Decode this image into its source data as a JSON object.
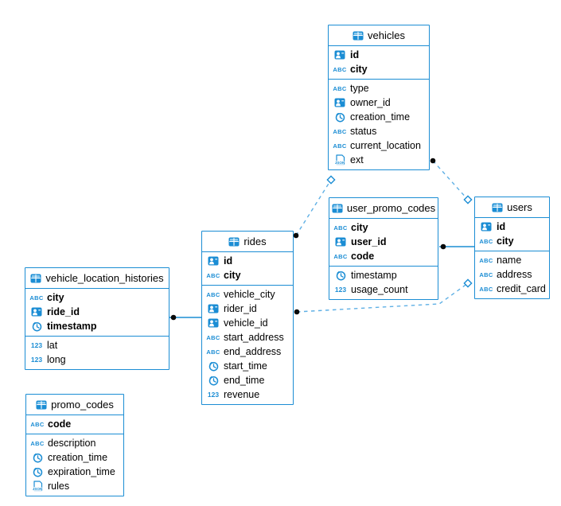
{
  "diagram": {
    "tables": [
      {
        "name": "vehicles",
        "primary_keys": [
          {
            "name": "id",
            "type": "id"
          },
          {
            "name": "city",
            "type": "text"
          }
        ],
        "columns": [
          {
            "name": "type",
            "type": "text"
          },
          {
            "name": "owner_id",
            "type": "id"
          },
          {
            "name": "creation_time",
            "type": "time"
          },
          {
            "name": "status",
            "type": "text"
          },
          {
            "name": "current_location",
            "type": "text"
          },
          {
            "name": "ext",
            "type": "json"
          }
        ]
      },
      {
        "name": "user_promo_codes",
        "primary_keys": [
          {
            "name": "city",
            "type": "text"
          },
          {
            "name": "user_id",
            "type": "id"
          },
          {
            "name": "code",
            "type": "text"
          }
        ],
        "columns": [
          {
            "name": "timestamp",
            "type": "time"
          },
          {
            "name": "usage_count",
            "type": "num"
          }
        ]
      },
      {
        "name": "users",
        "primary_keys": [
          {
            "name": "id",
            "type": "id"
          },
          {
            "name": "city",
            "type": "text"
          }
        ],
        "columns": [
          {
            "name": "name",
            "type": "text"
          },
          {
            "name": "address",
            "type": "text"
          },
          {
            "name": "credit_card",
            "type": "text"
          }
        ]
      },
      {
        "name": "rides",
        "primary_keys": [
          {
            "name": "id",
            "type": "id"
          },
          {
            "name": "city",
            "type": "text"
          }
        ],
        "columns": [
          {
            "name": "vehicle_city",
            "type": "text"
          },
          {
            "name": "rider_id",
            "type": "id"
          },
          {
            "name": "vehicle_id",
            "type": "id"
          },
          {
            "name": "start_address",
            "type": "text"
          },
          {
            "name": "end_address",
            "type": "text"
          },
          {
            "name": "start_time",
            "type": "time"
          },
          {
            "name": "end_time",
            "type": "time"
          },
          {
            "name": "revenue",
            "type": "num"
          }
        ]
      },
      {
        "name": "vehicle_location_histories",
        "primary_keys": [
          {
            "name": "city",
            "type": "text"
          },
          {
            "name": "ride_id",
            "type": "id"
          },
          {
            "name": "timestamp",
            "type": "time"
          }
        ],
        "columns": [
          {
            "name": "lat",
            "type": "num"
          },
          {
            "name": "long",
            "type": "num"
          }
        ]
      },
      {
        "name": "promo_codes",
        "primary_keys": [
          {
            "name": "code",
            "type": "text"
          }
        ],
        "columns": [
          {
            "name": "description",
            "type": "text"
          },
          {
            "name": "creation_time",
            "type": "time"
          },
          {
            "name": "expiration_time",
            "type": "time"
          },
          {
            "name": "rules",
            "type": "json"
          }
        ]
      }
    ],
    "relationships": [
      {
        "from": "rides",
        "to": "vehicles",
        "style": "dashed"
      },
      {
        "from": "vehicles",
        "to": "users",
        "style": "dashed"
      },
      {
        "from": "user_promo_codes",
        "to": "users",
        "style": "solid"
      },
      {
        "from": "rides",
        "to": "users",
        "style": "dashed"
      },
      {
        "from": "vehicle_location_histories",
        "to": "rides",
        "style": "solid"
      }
    ]
  },
  "icons": {
    "text_glyph": "ABC",
    "num_glyph": "123",
    "json_glyph": "JSON"
  },
  "colors": {
    "accent": "#1b8dd4",
    "dash_line": "#5fb0e5",
    "solid_line": "#1b8dd4",
    "marker_dot": "#0a0a0a",
    "text": "#000000",
    "background": "#ffffff"
  }
}
